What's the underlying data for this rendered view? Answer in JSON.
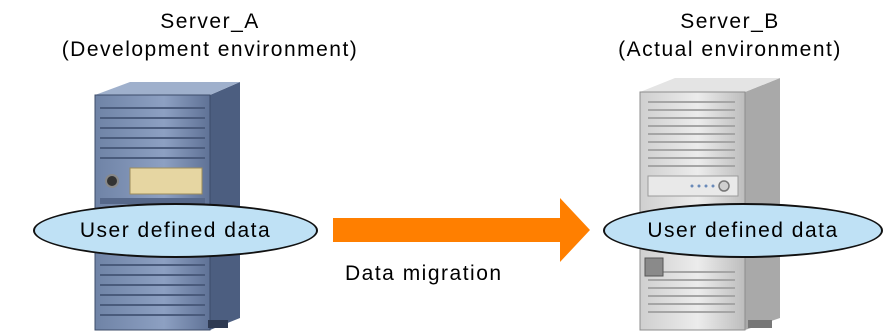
{
  "server_a": {
    "title_line1": "Server_A",
    "title_line2": "(Development environment)",
    "data_label": "User defined data"
  },
  "server_b": {
    "title_line1": "Server_B",
    "title_line2": "(Actual environment)",
    "data_label": "User defined data"
  },
  "arrow": {
    "label": "Data migration",
    "color": "#ff7f00"
  },
  "colors": {
    "ellipse_fill": "#bfe1f5",
    "server_a_body": "#7f93b5",
    "server_b_body": "#d9d9d9"
  }
}
